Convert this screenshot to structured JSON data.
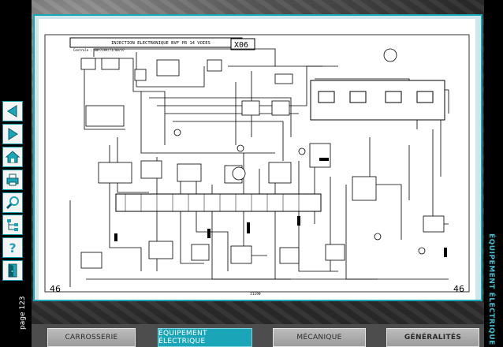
{
  "diagram": {
    "title": "INJECTION ELECTRONIQUE BVF PR 14 VOIES",
    "subtitle": "Centrale : 80h7289/73/80/97",
    "code": "X06",
    "page_left": "46",
    "page_right": "46",
    "ref": "11190"
  },
  "side": {
    "page_label": "page 123",
    "section_title": "ÉQUIPEMENT ÉLECTRIQUE"
  },
  "nav": [
    {
      "name": "back-arrow-icon"
    },
    {
      "name": "forward-arrow-icon"
    },
    {
      "name": "home-icon"
    },
    {
      "name": "print-icon"
    },
    {
      "name": "search-magnifier-icon"
    },
    {
      "name": "index-tree-icon"
    },
    {
      "name": "help-icon"
    },
    {
      "name": "exit-door-icon"
    }
  ],
  "tabs": {
    "carrosserie": "CARROSSERIE",
    "equipement": "ÉQUIPEMENT ÉLECTRIQUE",
    "mecanique": "MÉCANIQUE",
    "generalites": "GÉNÉRALITÉS"
  },
  "colors": {
    "accent": "#1aa6b8",
    "tab_inactive": "#aaaaaa",
    "side_title": "#3cc2d2"
  }
}
